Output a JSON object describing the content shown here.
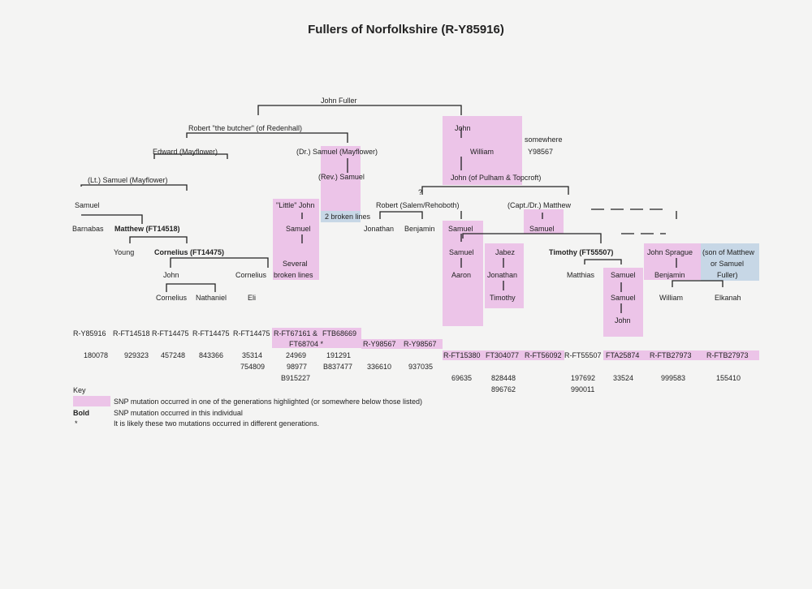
{
  "title": "Fullers of Norfolkshire (R-Y85916)",
  "people": {
    "john_fuller": "John Fuller",
    "robert_butcher": "Robert \"the butcher\" (of Redenhall)",
    "john_top": "John",
    "edward": "Edward (Mayflower)",
    "dr_samuel": "(Dr.) Samuel (Mayflower)",
    "william_top": "William",
    "somewhere": "somewhere",
    "y98567_note": "Y98567",
    "lt_samuel": "(Lt.) Samuel (Mayflower)",
    "rev_samuel": "(Rev.) Samuel",
    "john_pulham": "John (of Pulham & Topcroft)",
    "question": "?",
    "samuel_l3": "Samuel",
    "little_john": "\"Little\" John",
    "two_broken": "2 broken lines",
    "robert_salem": "Robert (Salem/Rehoboth)",
    "capt_matthew": "(Capt./Dr.) Matthew",
    "barnabas": "Barnabas",
    "matthew_ft": "Matthew (FT14518)",
    "samuel_lj": "Samuel",
    "jonathan_r": "Jonathan",
    "benjamin_r": "Benjamin",
    "samuel_r": "Samuel",
    "samuel_cm": "Samuel",
    "young": "Young",
    "cornelius_ft": "Cornelius (FT14475)",
    "several": "Several",
    "broken_lines": "broken lines",
    "samuel_r2": "Samuel",
    "jabez": "Jabez",
    "timothy_ft": "Timothy (FT55507)",
    "john_sprague": "John Sprague",
    "son_of_1": "(son of Matthew",
    "son_of_2": "or Samuel",
    "son_of_3": "Fuller)",
    "john_c": "John",
    "cornelius_2": "Cornelius",
    "aaron": "Aaron",
    "jonathan_j": "Jonathan",
    "matthias": "Matthias",
    "samuel_t": "Samuel",
    "benjamin_s": "Benjamin",
    "cornelius_3": "Cornelius",
    "nathaniel": "Nathaniel",
    "eli": "Eli",
    "timothy_j": "Timothy",
    "samuel_t2": "Samuel",
    "william_s": "William",
    "elkanah": "Elkanah",
    "john_t": "John"
  },
  "snp_row1": [
    "R-Y85916",
    "R-FT14518",
    "R-FT14475",
    "R-FT14475",
    "R-FT14475",
    "R-FT67161 &",
    "FTB68669"
  ],
  "snp_row2": [
    "FT68704 *",
    "R-Y98567",
    "R-Y98567"
  ],
  "snp_row3": [
    "R-FT15380",
    "FT304077",
    "R-FT56092",
    "R-FT55507",
    "FTA25874",
    "R-FTB27973",
    "R-FTB27973"
  ],
  "kit_row1": [
    "180078",
    "929323",
    "457248",
    "843366",
    "35314",
    "24969",
    "191291",
    "336610",
    "937035"
  ],
  "kit_row2": [
    "754809",
    "98977",
    "B837477"
  ],
  "kit_row3": [
    "B915227"
  ],
  "kit_right1": [
    "69635",
    "828448",
    "197692",
    "33524",
    "999583",
    "155410"
  ],
  "kit_right2": [
    "896762",
    "990011"
  ],
  "key": {
    "heading": "Key",
    "pink_text": "SNP mutation occurred in one of the generations highlighted (or somewhere below those listed)",
    "bold_label": "Bold",
    "bold_text": "SNP mutation occurred in this individual",
    "star_label": "*",
    "star_text": "It is likely these two mutations occurred in different generations."
  },
  "colors": {
    "highlight": "#ecc4e8",
    "highlight_blue": "#c7d7e6",
    "line": "#222222"
  }
}
